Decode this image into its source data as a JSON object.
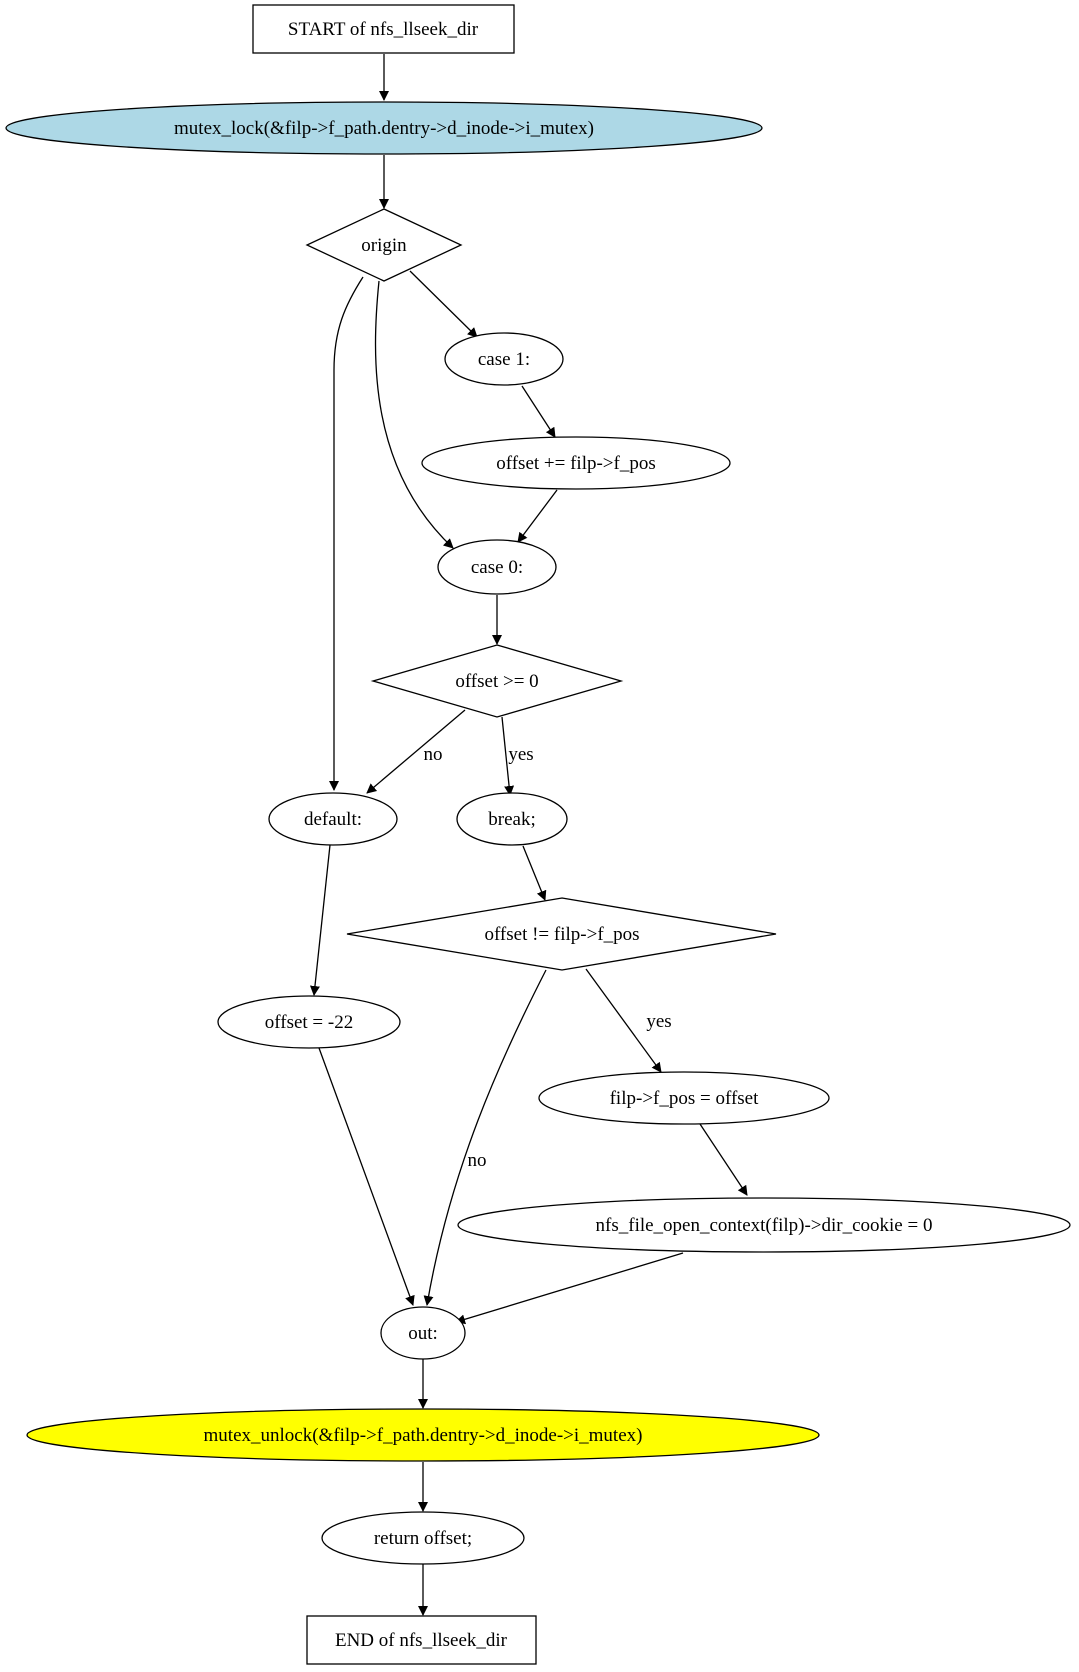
{
  "nodes": {
    "start": {
      "label": "START of nfs_llseek_dir",
      "shape": "box",
      "fill": "#ffffff"
    },
    "mutex_lock": {
      "label": "mutex_lock(&filp->f_path.dentry->d_inode->i_mutex)",
      "shape": "ellipse",
      "fill": "#add8e6"
    },
    "origin": {
      "label": "origin",
      "shape": "diamond",
      "fill": "#ffffff"
    },
    "case1": {
      "label": "case 1:",
      "shape": "ellipse",
      "fill": "#ffffff"
    },
    "offset_add": {
      "label": "offset += filp->f_pos",
      "shape": "ellipse",
      "fill": "#ffffff"
    },
    "case0": {
      "label": "case 0:",
      "shape": "ellipse",
      "fill": "#ffffff"
    },
    "offset_ge0": {
      "label": "offset >= 0",
      "shape": "diamond",
      "fill": "#ffffff"
    },
    "default": {
      "label": "default:",
      "shape": "ellipse",
      "fill": "#ffffff"
    },
    "break": {
      "label": "break;",
      "shape": "ellipse",
      "fill": "#ffffff"
    },
    "offset_ne": {
      "label": "offset != filp->f_pos",
      "shape": "diamond",
      "fill": "#ffffff"
    },
    "offset_neg": {
      "label": "offset = -22",
      "shape": "ellipse",
      "fill": "#ffffff"
    },
    "fpos_assign": {
      "label": "filp->f_pos = offset",
      "shape": "ellipse",
      "fill": "#ffffff"
    },
    "dir_cookie": {
      "label": "nfs_file_open_context(filp)->dir_cookie = 0",
      "shape": "ellipse",
      "fill": "#ffffff"
    },
    "out": {
      "label": "out:",
      "shape": "ellipse",
      "fill": "#ffffff"
    },
    "mutex_unlock": {
      "label": "mutex_unlock(&filp->f_path.dentry->d_inode->i_mutex)",
      "shape": "ellipse",
      "fill": "#ffff00"
    },
    "return": {
      "label": "return offset;",
      "shape": "ellipse",
      "fill": "#ffffff"
    },
    "end": {
      "label": "END of nfs_llseek_dir",
      "shape": "box",
      "fill": "#ffffff"
    }
  },
  "edges": {
    "ge0_no": {
      "from": "offset >= 0",
      "to": "default:",
      "label": "no"
    },
    "ge0_yes": {
      "from": "offset >= 0",
      "to": "break;",
      "label": "yes"
    },
    "ne_yes": {
      "from": "offset != filp->f_pos",
      "to": "filp->f_pos = offset",
      "label": "yes"
    },
    "ne_no": {
      "from": "offset != filp->f_pos",
      "to": "out:",
      "label": "no"
    }
  }
}
